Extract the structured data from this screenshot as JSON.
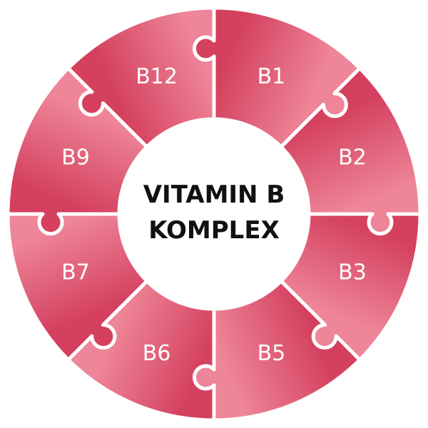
{
  "center": {
    "line1": "VITAMIN B",
    "line2": "KOMPLEX"
  },
  "segments": [
    {
      "label": "B1"
    },
    {
      "label": "B2"
    },
    {
      "label": "B3"
    },
    {
      "label": "B5"
    },
    {
      "label": "B6"
    },
    {
      "label": "B7"
    },
    {
      "label": "B9"
    },
    {
      "label": "B12"
    }
  ],
  "colors": {
    "segment_dark": "#d4405e",
    "segment_light": "#ee8598",
    "divider": "#ffffff",
    "center_fill": "#ffffff",
    "center_text": "#111111",
    "label_text": "#ffffff"
  }
}
